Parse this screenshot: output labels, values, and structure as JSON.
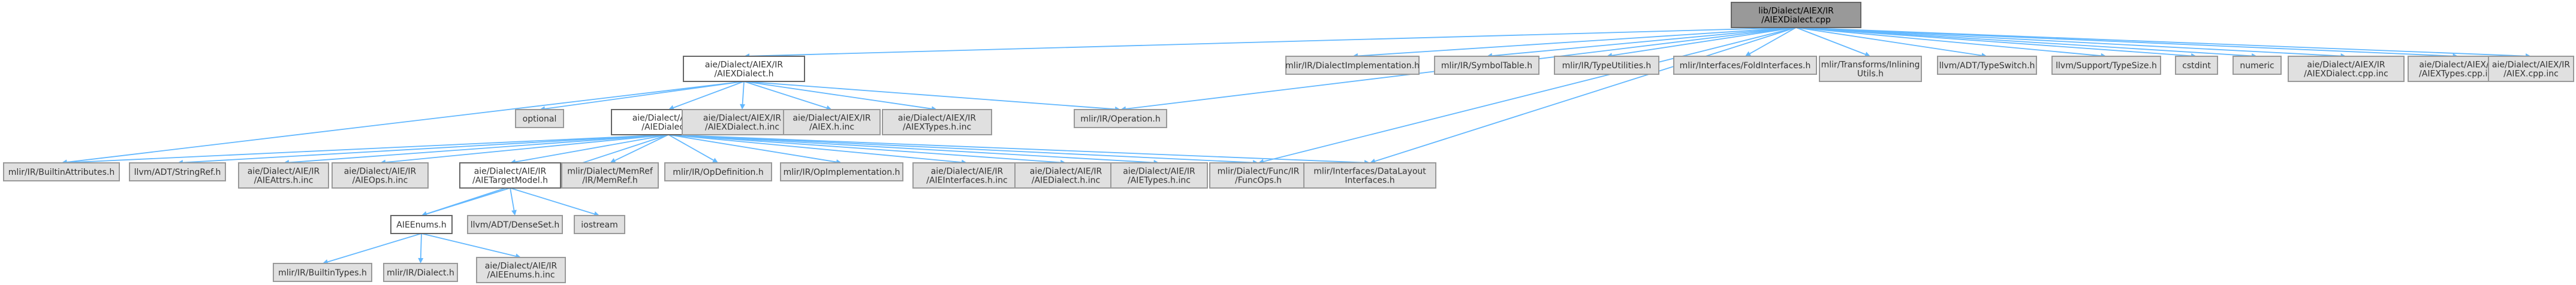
{
  "graph": {
    "root_id": "root",
    "nodes": [
      {
        "id": "root",
        "kind": "root",
        "lines": [
          "lib/Dialect/AIEX/IR",
          "/AIEXDialect.cpp"
        ]
      },
      {
        "id": "aiexd",
        "kind": "local",
        "lines": [
          "aie/Dialect/AIEX/IR",
          "/AIEXDialect.h"
        ]
      },
      {
        "id": "diaimpl",
        "kind": "ext",
        "lines": [
          "mlir/IR/DialectImplementation.h"
        ]
      },
      {
        "id": "symtab",
        "kind": "ext",
        "lines": [
          "mlir/IR/SymbolTable.h"
        ]
      },
      {
        "id": "typeutil",
        "kind": "ext",
        "lines": [
          "mlir/IR/TypeUtilities.h"
        ]
      },
      {
        "id": "foldif",
        "kind": "ext",
        "lines": [
          "mlir/Interfaces/FoldInterfaces.h"
        ]
      },
      {
        "id": "inlining",
        "kind": "ext",
        "lines": [
          "mlir/Transforms/Inlining",
          "Utils.h"
        ]
      },
      {
        "id": "typeswitch",
        "kind": "ext",
        "lines": [
          "llvm/ADT/TypeSwitch.h"
        ]
      },
      {
        "id": "typesize",
        "kind": "ext",
        "lines": [
          "llvm/Support/TypeSize.h"
        ]
      },
      {
        "id": "cstdint",
        "kind": "ext",
        "lines": [
          "cstdint"
        ]
      },
      {
        "id": "numeric",
        "kind": "ext",
        "lines": [
          "numeric"
        ]
      },
      {
        "id": "aiexdcppinc",
        "kind": "ext",
        "lines": [
          "aie/Dialect/AIEX/IR",
          "/AIEXDialect.cpp.inc"
        ]
      },
      {
        "id": "aiextcppinc",
        "kind": "ext",
        "lines": [
          "aie/Dialect/AIEX/IR",
          "/AIEXTypes.cpp.inc"
        ]
      },
      {
        "id": "aiexcppinc",
        "kind": "ext",
        "lines": [
          "aie/Dialect/AIEX/IR",
          "/AIEX.cpp.inc"
        ]
      },
      {
        "id": "optional",
        "kind": "ext",
        "lines": [
          "optional"
        ]
      },
      {
        "id": "aied",
        "kind": "local",
        "lines": [
          "aie/Dialect/AIE/IR",
          "/AIEDialect.h"
        ]
      },
      {
        "id": "aiexdhinc",
        "kind": "ext",
        "lines": [
          "aie/Dialect/AIEX/IR",
          "/AIEXDialect.h.inc"
        ]
      },
      {
        "id": "aiexhinc",
        "kind": "ext",
        "lines": [
          "aie/Dialect/AIEX/IR",
          "/AIEX.h.inc"
        ]
      },
      {
        "id": "aiexthinc",
        "kind": "ext",
        "lines": [
          "aie/Dialect/AIEX/IR",
          "/AIEXTypes.h.inc"
        ]
      },
      {
        "id": "operation",
        "kind": "ext",
        "lines": [
          "mlir/IR/Operation.h"
        ]
      },
      {
        "id": "builtinattr",
        "kind": "ext",
        "lines": [
          "mlir/IR/BuiltinAttributes.h"
        ]
      },
      {
        "id": "stringref",
        "kind": "ext",
        "lines": [
          "llvm/ADT/StringRef.h"
        ]
      },
      {
        "id": "aieattrs",
        "kind": "ext",
        "lines": [
          "aie/Dialect/AIE/IR",
          "/AIEAttrs.h.inc"
        ]
      },
      {
        "id": "aieops",
        "kind": "ext",
        "lines": [
          "aie/Dialect/AIE/IR",
          "/AIEOps.h.inc"
        ]
      },
      {
        "id": "aietm",
        "kind": "local",
        "lines": [
          "aie/Dialect/AIE/IR",
          "/AIETargetModel.h"
        ]
      },
      {
        "id": "memref",
        "kind": "ext",
        "lines": [
          "mlir/Dialect/MemRef",
          "/IR/MemRef.h"
        ]
      },
      {
        "id": "opdef",
        "kind": "ext",
        "lines": [
          "mlir/IR/OpDefinition.h"
        ]
      },
      {
        "id": "opimpl",
        "kind": "ext",
        "lines": [
          "mlir/IR/OpImplementation.h"
        ]
      },
      {
        "id": "aieif",
        "kind": "ext",
        "lines": [
          "aie/Dialect/AIE/IR",
          "/AIEInterfaces.h.inc"
        ]
      },
      {
        "id": "aiedhinc",
        "kind": "ext",
        "lines": [
          "aie/Dialect/AIE/IR",
          "/AIEDialect.h.inc"
        ]
      },
      {
        "id": "aietypes",
        "kind": "ext",
        "lines": [
          "aie/Dialect/AIE/IR",
          "/AIETypes.h.inc"
        ]
      },
      {
        "id": "funcops",
        "kind": "ext",
        "lines": [
          "mlir/Dialect/Func/IR",
          "/FuncOps.h"
        ]
      },
      {
        "id": "datalayout",
        "kind": "ext",
        "lines": [
          "mlir/Interfaces/DataLayout",
          "Interfaces.h"
        ]
      },
      {
        "id": "aieenums",
        "kind": "local",
        "lines": [
          "AIEEnums.h"
        ]
      },
      {
        "id": "denseset",
        "kind": "ext",
        "lines": [
          "llvm/ADT/DenseSet.h"
        ]
      },
      {
        "id": "iostream",
        "kind": "ext",
        "lines": [
          "iostream"
        ]
      },
      {
        "id": "builtintypes",
        "kind": "ext",
        "lines": [
          "mlir/IR/BuiltinTypes.h"
        ]
      },
      {
        "id": "dialect",
        "kind": "ext",
        "lines": [
          "mlir/IR/Dialect.h"
        ]
      },
      {
        "id": "aieenumsinc",
        "kind": "ext",
        "lines": [
          "aie/Dialect/AIE/IR",
          "/AIEEnums.h.inc"
        ]
      }
    ],
    "edges": [
      [
        "root",
        "aiexd"
      ],
      [
        "root",
        "diaimpl"
      ],
      [
        "root",
        "symtab"
      ],
      [
        "root",
        "typeutil"
      ],
      [
        "root",
        "foldif"
      ],
      [
        "root",
        "inlining"
      ],
      [
        "root",
        "typeswitch"
      ],
      [
        "root",
        "typesize"
      ],
      [
        "root",
        "cstdint"
      ],
      [
        "root",
        "numeric"
      ],
      [
        "root",
        "aiexdcppinc"
      ],
      [
        "root",
        "aiextcppinc"
      ],
      [
        "root",
        "aiexcppinc"
      ],
      [
        "root",
        "operation"
      ],
      [
        "root",
        "funcops"
      ],
      [
        "root",
        "datalayout"
      ],
      [
        "aiexd",
        "optional"
      ],
      [
        "aiexd",
        "aied"
      ],
      [
        "aiexd",
        "aiexdhinc"
      ],
      [
        "aiexd",
        "aiexhinc"
      ],
      [
        "aiexd",
        "aiexthinc"
      ],
      [
        "aiexd",
        "operation"
      ],
      [
        "aiexd",
        "builtinattr"
      ],
      [
        "aied",
        "builtinattr"
      ],
      [
        "aied",
        "stringref"
      ],
      [
        "aied",
        "aieattrs"
      ],
      [
        "aied",
        "aieops"
      ],
      [
        "aied",
        "aietm"
      ],
      [
        "aied",
        "memref"
      ],
      [
        "aied",
        "opdef"
      ],
      [
        "aied",
        "opimpl"
      ],
      [
        "aied",
        "aieif"
      ],
      [
        "aied",
        "aiedhinc"
      ],
      [
        "aied",
        "aietypes"
      ],
      [
        "aied",
        "funcops"
      ],
      [
        "aied",
        "datalayout"
      ],
      [
        "aied",
        "aieenums"
      ],
      [
        "aietm",
        "aieenums"
      ],
      [
        "aietm",
        "denseset"
      ],
      [
        "aietm",
        "iostream"
      ],
      [
        "aieenums",
        "builtintypes"
      ],
      [
        "aieenums",
        "dialect"
      ],
      [
        "aieenums",
        "aieenumsinc"
      ]
    ]
  },
  "colors": {
    "edge": "#63b8ff",
    "root_fill": "#999999",
    "local_fill": "#ffffff",
    "ext_fill": "#e0e0e0",
    "border": "#999999",
    "text": "#333333"
  }
}
